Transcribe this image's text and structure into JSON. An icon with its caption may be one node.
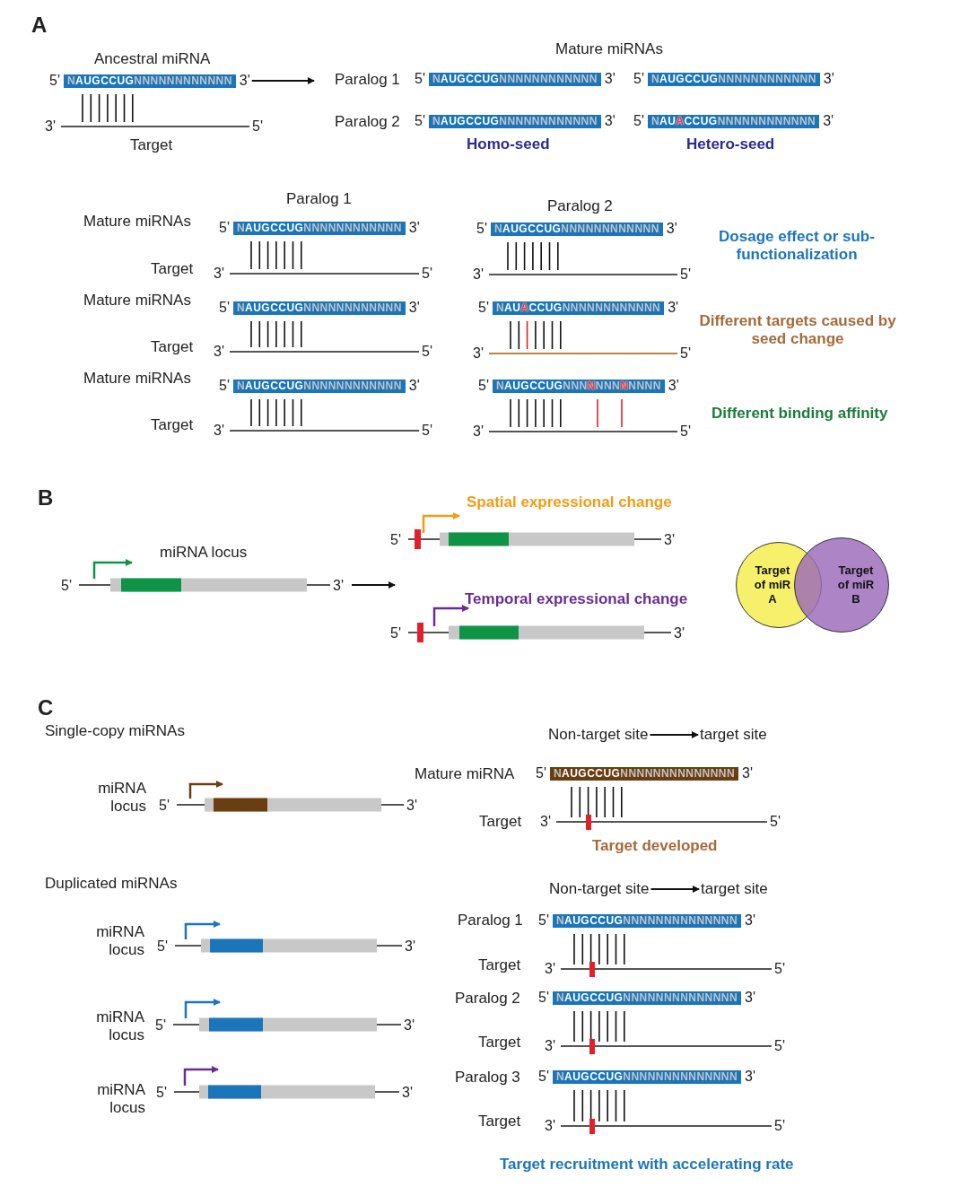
{
  "diagram": {
    "nodes": [
      {
        "text": [
          "NAUGCCUGNNNNNNNNNNNN"
        ],
        "beside": [
          "5'",
          "3'"
        ]
      },
      {
        "text": [
          "NAUGCCUGNNNNNNNNNNNN"
        ],
        "beside": [
          "5'",
          "3'"
        ]
      },
      {
        "text": [
          "NAUGCCUGNNNNNNNNNNNN"
        ],
        "beside": [
          "5'",
          "3'"
        ]
      },
      {
        "text": [
          "NAUGCCUGNNNNNNNNNNNN"
        ],
        "beside": [
          "5'",
          "3'"
        ]
      },
      {
        "text": [
          "NAUACCUGNNNNNNNNNNNN"
        ],
        "beside": [
          "5'",
          "3'"
        ]
      },
      {
        "text": [
          "NAUGCCUGNNNNNNNNNNNN"
        ],
        "beside": [
          "5'",
          "3'"
        ]
      },
      {
        "text": [
          "NAUGCCUGNNNNNNNNNNNN"
        ],
        "beside": [
          "5'",
          "3'"
        ]
      },
      {
        "text": [
          "NAUGCCUGNNNNNNNNNNNN"
        ],
        "beside": [
          "5'",
          "3'"
        ]
      },
      {
        "text": [
          "NAUACCUGNNNNNNNNNNNN"
        ],
        "beside": [
          "5'",
          "3'"
        ]
      },
      {
        "text": [
          "NAUGCCUGNNNNNNNNNNNN"
        ],
        "beside": [
          "5'",
          "3'"
        ]
      },
      {
        "text": [
          "NAUGCCUGNNNNNNNNNNNN"
        ],
        "beside": [
          "5'",
          "3'"
        ]
      },
      {
        "text": [
          "miRNA locus"
        ],
        "beside": [
          "5'",
          "3'"
        ]
      },
      {
        "text": [
          "Target of miR A"
        ]
      },
      {
        "text": [
          "Target of miR B"
        ]
      },
      {
        "text": [
          "Non-target site"
        ]
      },
      {
        "text": [
          "target site"
        ]
      },
      {
        "text": [
          "NAUGCCUGNNNNNNNNNNNNNN"
        ],
        "beside": [
          "5'",
          "3'"
        ]
      },
      {
        "text": [
          "Non-target site"
        ]
      },
      {
        "text": [
          "target site"
        ]
      },
      {
        "text": [
          "NAUGCCUGNNNNNNNNNNNNNN"
        ],
        "beside": [
          "5'",
          "3'"
        ]
      },
      {
        "text": [
          "NAUGCCUGNNNNNNNNNNNNNN"
        ],
        "beside": [
          "5'",
          "3'"
        ]
      },
      {
        "text": [
          "NAUGCCUGNNNNNNNNNNNNNN"
        ],
        "beside": [
          "5'",
          "3'"
        ]
      }
    ],
    "edges": [
      {
        "from": 0,
        "to": null,
        "arrow": "to"
      },
      {
        "from": 11,
        "to": null,
        "arrow": "to"
      },
      {
        "from": 14,
        "to": 15,
        "arrow": "to"
      },
      {
        "from": 17,
        "to": 18,
        "arrow": "to"
      }
    ],
    "labels": [
      "A",
      "Ancestral miRNA",
      "3'",
      "5'",
      "Target",
      "Mature miRNAs",
      "Paralog 1",
      "Paralog 2",
      "Homo-seed",
      "Hetero-seed",
      "Paralog 1",
      "Paralog 2",
      "Mature miRNAs",
      "3'",
      "5'",
      "3'",
      "5'",
      "Dosage effect or sub-functionalization",
      "Target",
      "Mature miRNAs",
      "3'",
      "5'",
      "3'",
      "5'",
      "Different targets caused by seed change",
      "Target",
      "Mature miRNAs",
      "3'",
      "5'",
      "3'",
      "5'",
      "Different binding affinity",
      "Target",
      "B",
      "Spatial expressional change",
      "5'",
      "3'",
      "Temporal expressional change",
      "5'",
      "3'",
      "C",
      "Single-copy miRNAs",
      "miRNA locus",
      "5'",
      "3'",
      "Mature miRNA",
      "Target",
      "3'",
      "5'",
      "Target developed",
      "Duplicated miRNAs",
      "miRNA locus",
      "5'",
      "3'",
      "Paralog 1",
      "Target",
      "3'",
      "5'",
      "miRNA locus",
      "5'",
      "3'",
      "Paralog 2",
      "Target",
      "3'",
      "5'",
      "miRNA locus",
      "5'",
      "3'",
      "Paralog 3",
      "Target",
      "3'",
      "5'",
      "Target recruitment with accelerating rate"
    ]
  }
}
